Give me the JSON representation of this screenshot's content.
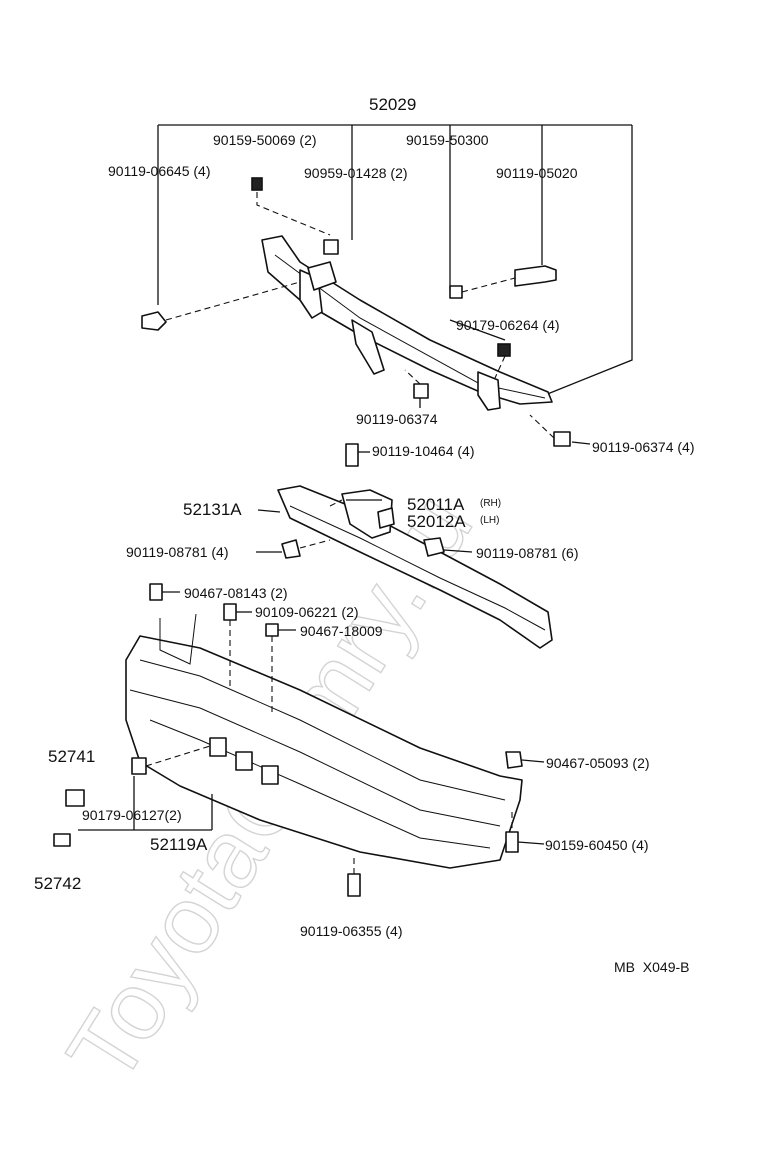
{
  "watermark": "ToyotaCamry.ru",
  "diagram_code": "MB  X049-B",
  "labels": {
    "l52029": "52029",
    "l90159_50069": "90159-50069 (2)",
    "l90159_50300": "90159-50300",
    "l90119_06645": "90119-06645 (4)",
    "l90959_01428": "90959-01428 (2)",
    "l90119_05020": "90119-05020",
    "l90179_06264": "90179-06264 (4)",
    "l90119_06374a": "90119-06374",
    "l90119_06374b": "90119-06374 (4)",
    "l90119_10464": "90119-10464 (4)",
    "l52131A": "52131A",
    "l52011A": "52011A",
    "l52011A_side": "(RH)",
    "l52012A": "52012A",
    "l52012A_side": "(LH)",
    "l90119_08781a": "90119-08781 (4)",
    "l90119_08781b": "90119-08781 (6)",
    "l90467_08143": "90467-08143 (2)",
    "l90109_06221": "90109-06221 (2)",
    "l90467_18009": "90467-18009",
    "l52741": "52741",
    "l90179_06127": "90179-06127(2)",
    "l52119A": "52119A",
    "l52742": "52742",
    "l90467_05093": "90467-05093 (2)",
    "l90159_60450": "90159-60450 (4)",
    "l90119_06355": "90119-06355 (4)"
  }
}
